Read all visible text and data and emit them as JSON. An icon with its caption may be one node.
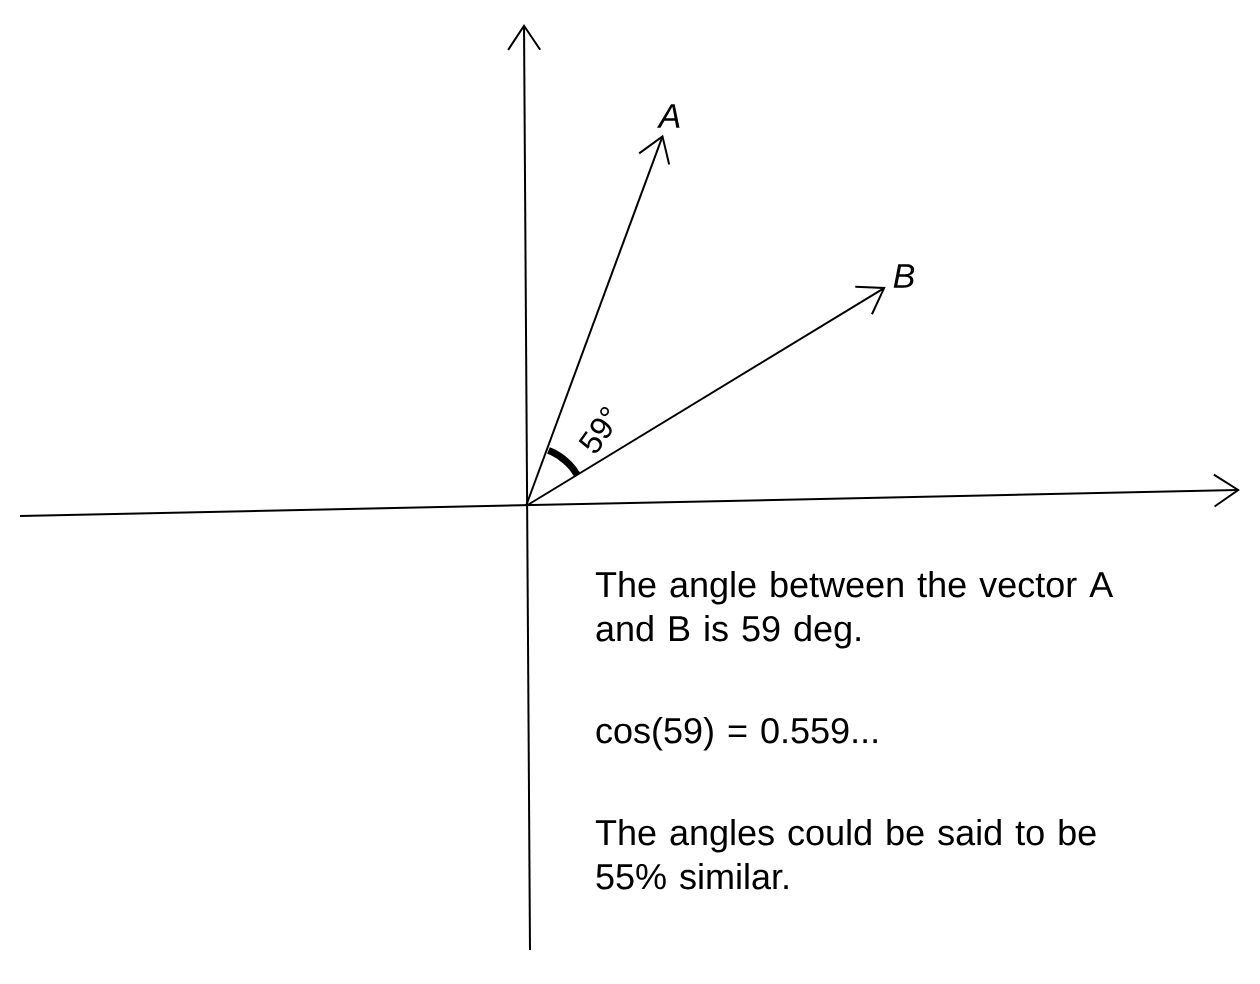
{
  "diagram": {
    "nodes": [
      {
        "text": [
          "A"
        ]
      },
      {
        "text": [
          "B"
        ]
      }
    ],
    "edges": [
      {
        "from": null,
        "to": 0,
        "arrow": "to"
      },
      {
        "from": null,
        "to": 1,
        "arrow": "to"
      }
    ],
    "labels": [
      "59°",
      "The angle between the vector A and B is 59 deg.",
      "cos(59) = 0.559...",
      "The angles could be said to be 55% similar."
    ]
  }
}
